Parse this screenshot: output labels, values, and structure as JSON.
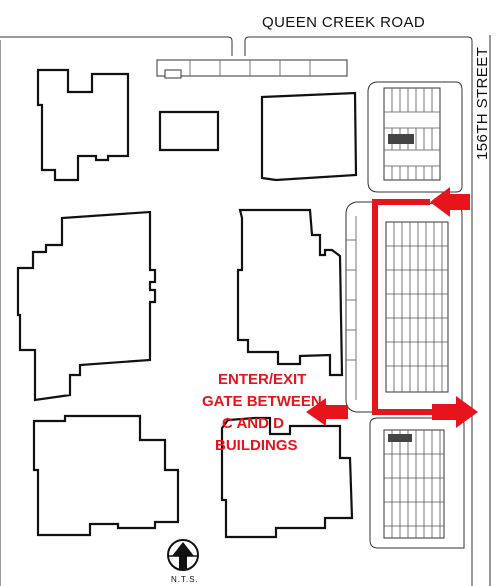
{
  "map": {
    "roads": {
      "north": "QUEEN CREEK ROAD",
      "east": "156TH STREET"
    },
    "gate": {
      "label_lines": [
        "ENTER/EXIT",
        "GATE BETWEEN",
        "C AND D",
        "BUILDINGS"
      ]
    },
    "north_arrow": {
      "label": "N.T.S."
    },
    "colors": {
      "route": "#e8141c",
      "outline": "#111111",
      "background": "#ffffff"
    }
  }
}
